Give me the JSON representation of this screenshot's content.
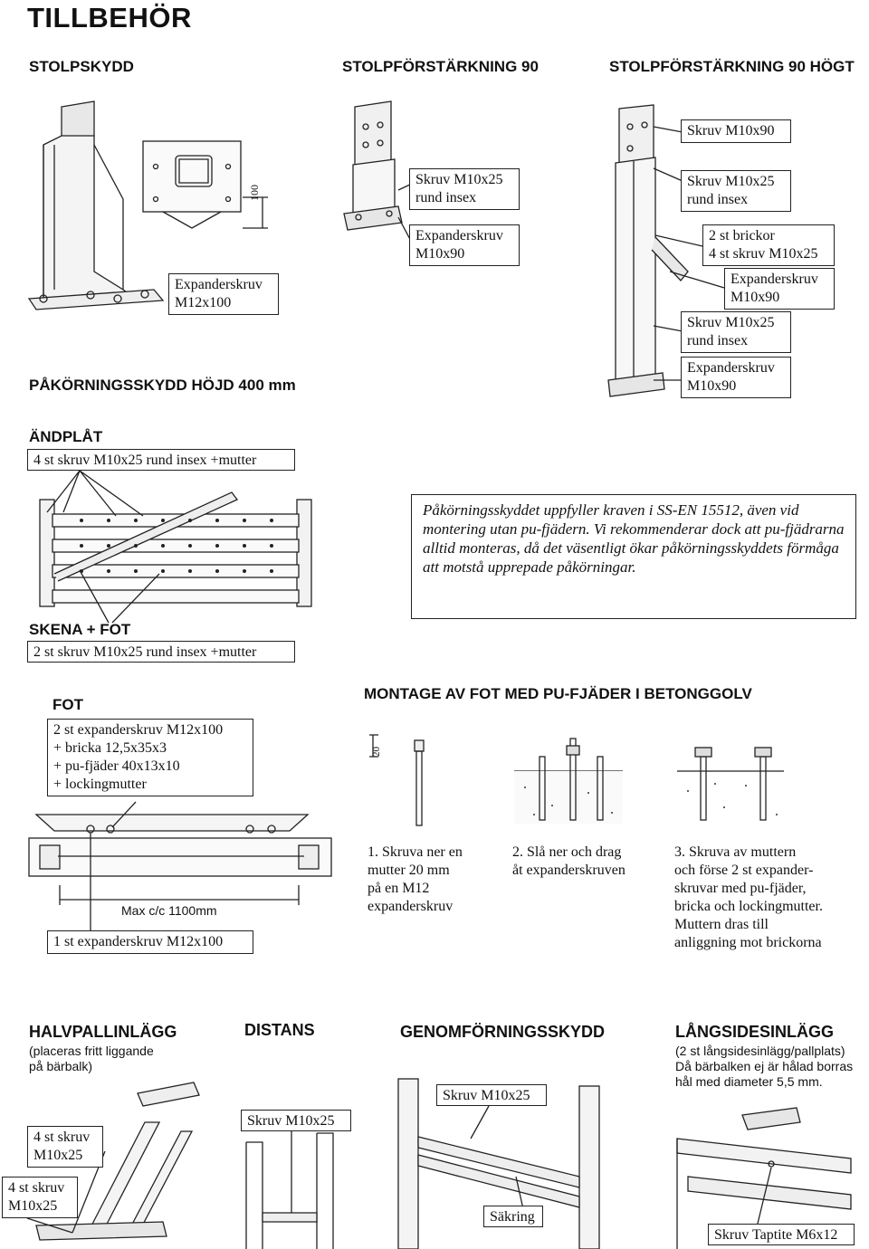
{
  "page": {
    "title": "TILLBEHÖR"
  },
  "sections": {
    "stolpskydd": "STOLPSKYDD",
    "stolpforstarkning": "STOLPFÖRSTÄRKNING 90",
    "stolpforstarkning_hogt": "STOLPFÖRSTÄRKNING 90 HÖGT",
    "pakorningsskydd": "PÅKÖRNINGSSKYDD HÖJD 400 mm",
    "andplat": "ÄNDPLÅT",
    "skena_fot": "SKENA + FOT",
    "fot": "FOT",
    "montage": "MONTAGE AV FOT MED PU-FJÄDER I BETONGGOLV",
    "halvpallinlagg": "HALVPALLINLÄGG",
    "halvpallinlagg_sub": "(placeras fritt liggande\npå bärbalk)",
    "distans": "DISTANS",
    "genomforingsskydd": "GENOMFÖRNINGSSKYDD",
    "langsidesinlagg": "LÅNGSIDESINLÄGG",
    "langsidesinlagg_sub": "(2 st långsidesinlägg/pallplats)\nDå bärbalken ej är hålad borras\nhål med diameter 5,5 mm."
  },
  "callouts": {
    "stolpskydd_bolt": "Expanderskruv\nM12x100",
    "stolpskydd_dim": "100",
    "sf90_screw": "Skruv M10x25\nrund insex",
    "sf90_exp": "Expanderskruv\nM10x90",
    "sfh_screw90": "Skruv M10x90",
    "sfh_screw25": "Skruv M10x25\nrund insex",
    "sfh_washers": "2 st brickor\n4 st skruv M10x25",
    "sfh_exp1": "Expanderskruv\nM10x90",
    "sfh_screw25b": "Skruv M10x25\nrund insex",
    "sfh_exp2": "Expanderskruv\nM10x90",
    "andplat_screws": "4 st skruv M10x25 rund insex +mutter",
    "skena_screws": "2 st skruv M10x25 rund insex +mutter",
    "fot_parts": "2 st expanderskruv M12x100\n+ bricka 12,5x35x3\n+ pu-fjäder 40x13x10\n+ lockingmutter",
    "fot_max": "Max c/c 1100mm",
    "fot_single": "1 st expanderskruv M12x100",
    "montage_dim": "20",
    "halv_screws1": "4 st skruv\nM10x25",
    "halv_screws2": "4 st skruv\nM10x25",
    "distans_screw": "Skruv M10x25",
    "genom_screw": "Skruv M10x25",
    "genom_lock": "Säkring",
    "langsides_screw": "Skruv Taptite M6x12"
  },
  "note": {
    "text": "Påkörningsskyddet uppfyller kraven i SS-EN 15512, även vid montering utan pu-fjädern. Vi rekommenderar dock att pu-fjädrarna alltid monteras, då det väsentligt ökar påkörningsskyddets förmåga att motstå upprepade påkörningar."
  },
  "steps": {
    "step1": "1. Skruva ner en\nmutter 20 mm\npå en M12\nexpanderskruv",
    "step2": "2. Slå ner och drag\nåt expanderskruven",
    "step3": "3. Skruva av muttern\noch förse 2 st expander-\nskruvar med pu-fjäder,\nbricka och lockingmutter.\nMuttern dras till\nanliggning mot brickorna"
  }
}
